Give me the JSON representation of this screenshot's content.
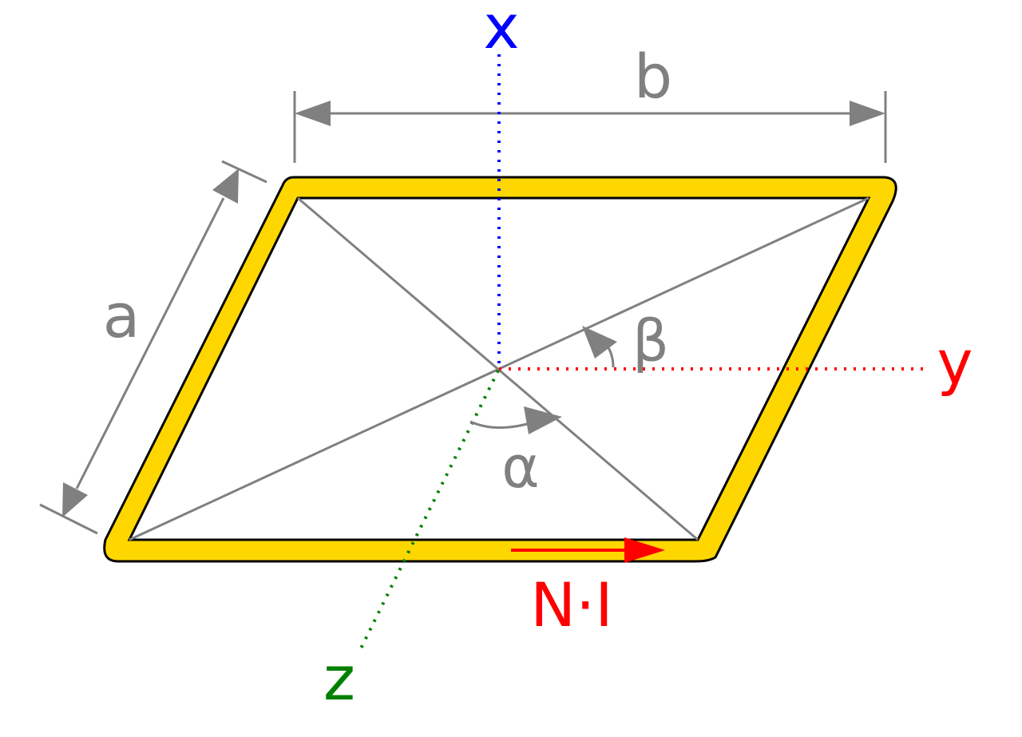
{
  "labels": {
    "x_axis": "x",
    "y_axis": "y",
    "z_axis": "z",
    "side_a": "a",
    "side_b": "b",
    "angle_alpha": "α",
    "angle_beta": "β",
    "current": "N·I"
  },
  "colors": {
    "x_axis": "#0000ff",
    "y_axis": "#ff0000",
    "z_axis": "#008000",
    "dimension": "#808080",
    "coil": "#ffd700",
    "current": "#ff0000"
  }
}
